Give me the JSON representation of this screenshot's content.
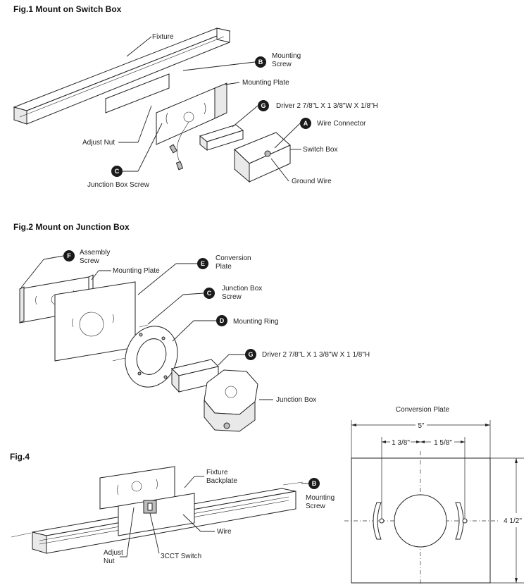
{
  "fig1": {
    "title": "Fig.1 Mount on Switch Box",
    "labels": {
      "fixture": "Fixture",
      "mounting_screw": "Mounting\nScrew",
      "mounting_plate": "Mounting Plate",
      "driver": "Driver 2 7/8\"L X 1 3/8\"W X 1/8\"H",
      "wire_connector": "Wire Connector",
      "switch_box": "Switch Box",
      "ground_wire": "Ground Wire",
      "adjust_nut": "Adjust Nut",
      "junction_box_screw": "Junction Box Screw"
    },
    "badges": {
      "b": "B",
      "g": "G",
      "a": "A",
      "c": "C"
    }
  },
  "fig2": {
    "title": "Fig.2 Mount on Junction Box",
    "labels": {
      "assembly_screw": "Assembly\nScrew",
      "mounting_plate": "Mounting Plate",
      "conversion_plate": "Conversion\nPlate",
      "junction_box_screw": "Junction Box\nScrew",
      "mounting_ring": "Mounting Ring",
      "driver": "Driver 2 7/8\"L X 1 3/8\"W X 1 1/8\"H",
      "junction_box": "Junction Box"
    },
    "badges": {
      "f": "F",
      "e": "E",
      "c": "C",
      "d": "D",
      "g": "G"
    }
  },
  "fig4": {
    "title": "Fig.4",
    "labels": {
      "fixture_backplate": "Fixture\nBackplate",
      "mounting_screw": "Mounting\nScrew",
      "wire": "Wire",
      "adjust_nut": "Adjust\nNut",
      "cct_switch": "3CCT Switch"
    },
    "badges": {
      "b": "B"
    }
  },
  "conversion_plate": {
    "title": "Conversion Plate",
    "dim_width": "5\"",
    "dim_left": "1 3/8\"",
    "dim_right": "1 5/8\"",
    "dim_height": "4 1/2\""
  }
}
